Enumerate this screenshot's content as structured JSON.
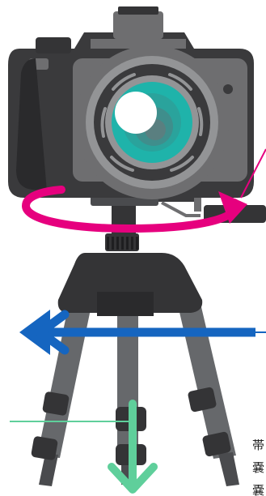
{
  "colors": {
    "camera_body": "#3a3a3c",
    "camera_panel": "#6e6e70",
    "lens_ring": "#939496",
    "lens_glass": "#1fb3aa",
    "tripod_leg": "#66686b",
    "tripod_top": "#343436",
    "rotation_arrow": "#e6007e",
    "horizontal_arrow": "#1565c0",
    "vertical_arrow": "#5fcf9b"
  },
  "icons": {
    "camera": "dslr-camera-icon",
    "tripod": "tripod-icon",
    "rotation": "pan-rotation-arrow-icon",
    "horizontal": "horizontal-arrow-icon",
    "vertical": "vertical-arrow-icon"
  },
  "labels": {
    "cut_char_1": "帯",
    "cut_char_2": "嚢",
    "cut_char_3": "嚢"
  }
}
